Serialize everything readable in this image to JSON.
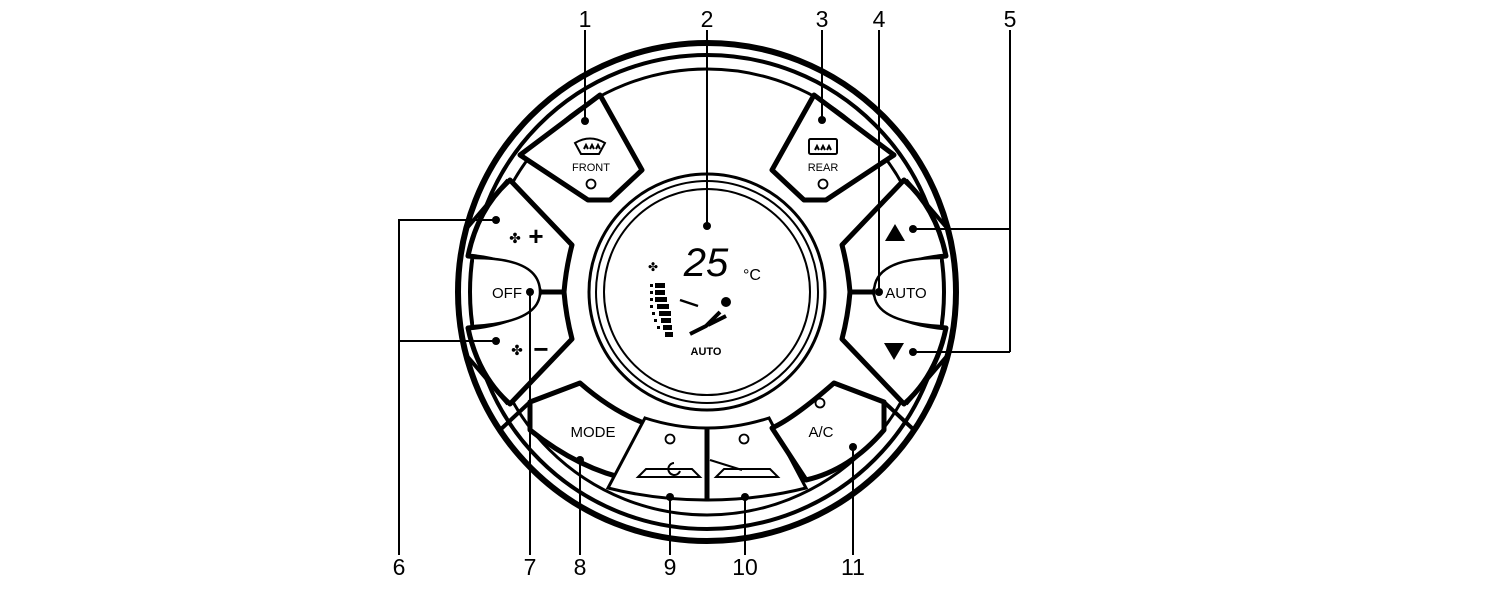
{
  "panel": {
    "buttons": {
      "front_defrost": {
        "label": "FRONT",
        "icon": "front-defrost-icon"
      },
      "rear_defrost": {
        "label": "REAR",
        "icon": "rear-defrost-icon"
      },
      "fan_up": {
        "symbol": "+",
        "icon": "fan-icon"
      },
      "fan_down": {
        "symbol": "−",
        "icon": "fan-icon"
      },
      "off": {
        "label": "OFF"
      },
      "auto": {
        "label": "AUTO"
      },
      "temp_up": {
        "icon": "triangle-up-icon"
      },
      "temp_down": {
        "icon": "triangle-down-icon"
      },
      "mode": {
        "label": "MODE"
      },
      "recirc": {
        "icon": "recirculation-icon"
      },
      "fresh_air": {
        "icon": "fresh-air-icon"
      },
      "ac": {
        "label": "A/C"
      }
    },
    "display": {
      "temperature": "25",
      "unit": "°C",
      "mode_text": "AUTO"
    }
  },
  "callouts": [
    "1",
    "2",
    "3",
    "4",
    "5",
    "6",
    "7",
    "8",
    "9",
    "10",
    "11"
  ]
}
